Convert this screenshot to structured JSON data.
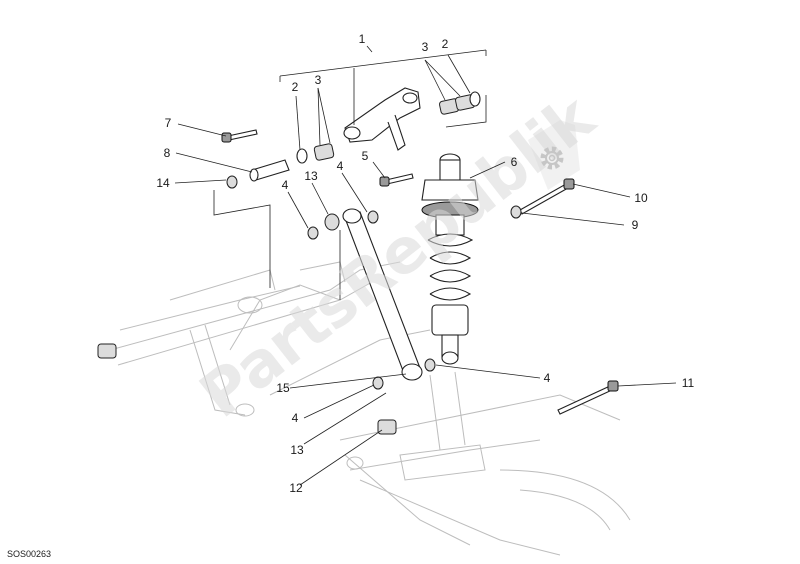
{
  "diagram_code": "SOS00263",
  "watermark": "PartsRepublik",
  "watermark_icon": "gear-icon",
  "callouts": [
    "1",
    "2",
    "3",
    "2",
    "3",
    "7",
    "8",
    "14",
    "5",
    "4",
    "6",
    "4",
    "13",
    "10",
    "9",
    "15",
    "4",
    "4",
    "13",
    "12",
    "11"
  ],
  "colors": {
    "ink": "#1a1a1a",
    "frame": "#bdbdbd",
    "watermark": "#d8d8d8"
  }
}
